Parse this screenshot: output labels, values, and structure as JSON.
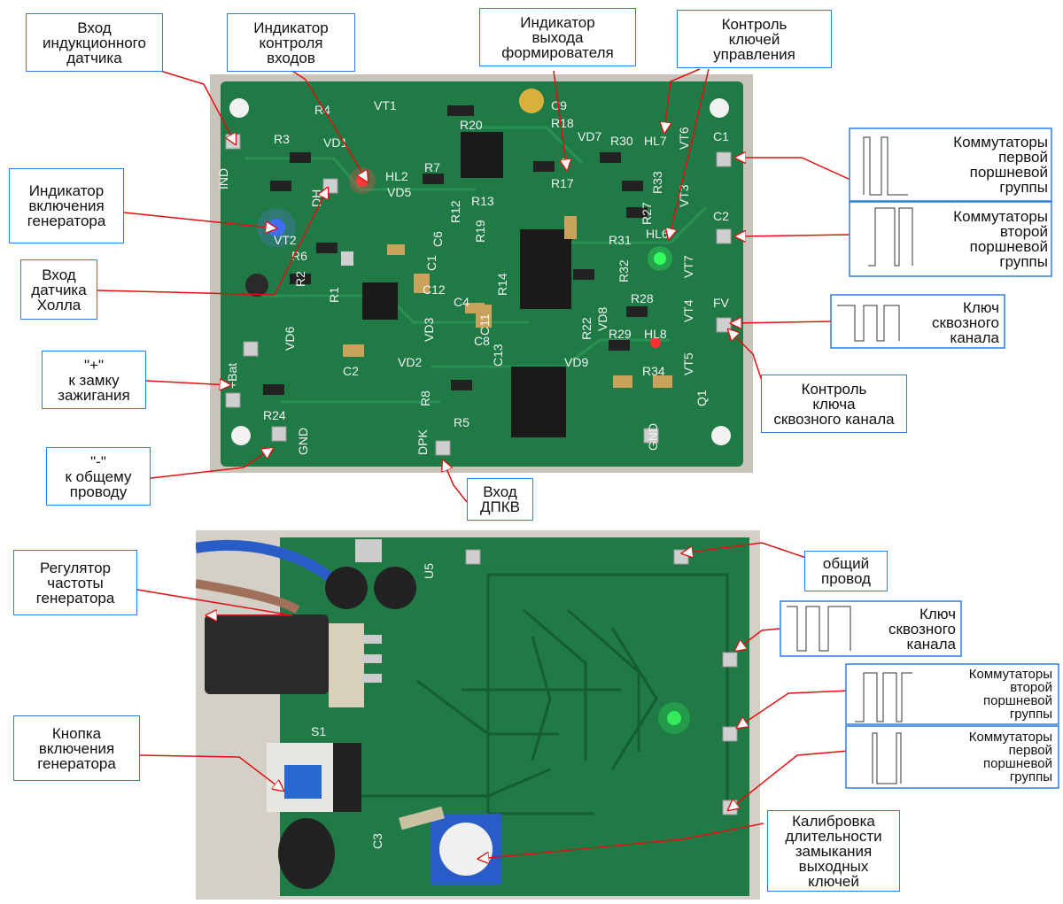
{
  "colors": {
    "label_border": "#2a7de1",
    "arrow": "#e01010",
    "pcb": "#1f7a45",
    "pcb_dark": "#145a33"
  },
  "top_labels": {
    "induction_input": "Вход\nиндукционного\nдатчика",
    "inputs_indicator": "Индикатор\nконтроля\nвходов",
    "shaper_indicator": "Индикатор\nвыхода\nформирователя",
    "control_keys": "Контроль\nключей\nуправления",
    "gen_indicator": "Индикатор\nвключения\nгенератора",
    "hall_input": "Вход\nдатчика\nХолла",
    "plus_bat": "\"+\"\nк замку\nзажигания",
    "minus_common": "\"-\"\nк общему\nпроводу",
    "dpkv_input": "Вход\nДПКВ",
    "through_key_control": "Контроль\nключа\nсквозного канала",
    "comm_first_top": "Коммутаторы\nпервой\nпоршневой\nгруппы",
    "comm_second_top": "Коммутаторы\nвторой\nпоршневой\nгруппы",
    "through_key_top": "Ключ\nсквозного\nканала"
  },
  "bottom_labels": {
    "freq_regulator": "Регулятор\nчастоты\nгенератора",
    "gen_button": "Кнопка\nвключения\nгенератора",
    "common_wire": "общий\nпровод",
    "through_key_bottom": "Ключ\nсквозного\nканала",
    "comm_second_bottom": "Коммутаторы\nвторой\nпоршневой\nгруппы",
    "comm_first_bottom": "Коммутаторы\nпервой\nпоршневой\nгруппы",
    "calibration": "Калибровка\nдлительности\nзамыкания\nвыходных\nключей"
  },
  "pcb_silk": {
    "ind": "IND",
    "dh": "DH",
    "bat": "+Bat",
    "gnd": "GND",
    "dpk": "DPK",
    "gnd2": "GND",
    "c1": "C1",
    "c2": "C2",
    "fv": "FV",
    "r4": "R4",
    "vt1": "VT1",
    "r3": "R3",
    "vd1": "VD1",
    "hl2": "HL2",
    "r7": "R7",
    "r20": "R20",
    "c9": "C9",
    "r18": "R18",
    "vd7": "VD7",
    "r30": "R30",
    "hl7": "HL7",
    "vt6": "VT6",
    "vt3": "VT3",
    "r27": "R27",
    "hl6": "HL6",
    "r31": "R31",
    "vt7": "VT7",
    "r28": "R28",
    "vt4": "VT4",
    "r29": "R29",
    "hl8": "HL8",
    "vt5": "VT5",
    "r34": "R34",
    "q1": "Q1",
    "vt2": "VT2",
    "r6": "R6",
    "r2": "R2",
    "r1": "R1",
    "vd6": "VD6",
    "c2s": "C2",
    "r24": "R24",
    "vd2": "VD2",
    "r8": "R8",
    "r5": "R5",
    "vd3": "VD3",
    "c8": "C8",
    "c4": "C4",
    "c12": "C12",
    "c1s": "C1",
    "c6": "C6",
    "r19": "R19",
    "r14": "R14",
    "c13": "C13",
    "c11": "C11",
    "vd9": "VD9",
    "r22": "R22",
    "r17": "R17",
    "r13": "R13",
    "r12": "R12",
    "vd5": "VD5",
    "r33": "R33",
    "r32": "R32",
    "vd8": "VD8",
    "s1": "S1",
    "u5": "U5",
    "c3": "C3"
  }
}
